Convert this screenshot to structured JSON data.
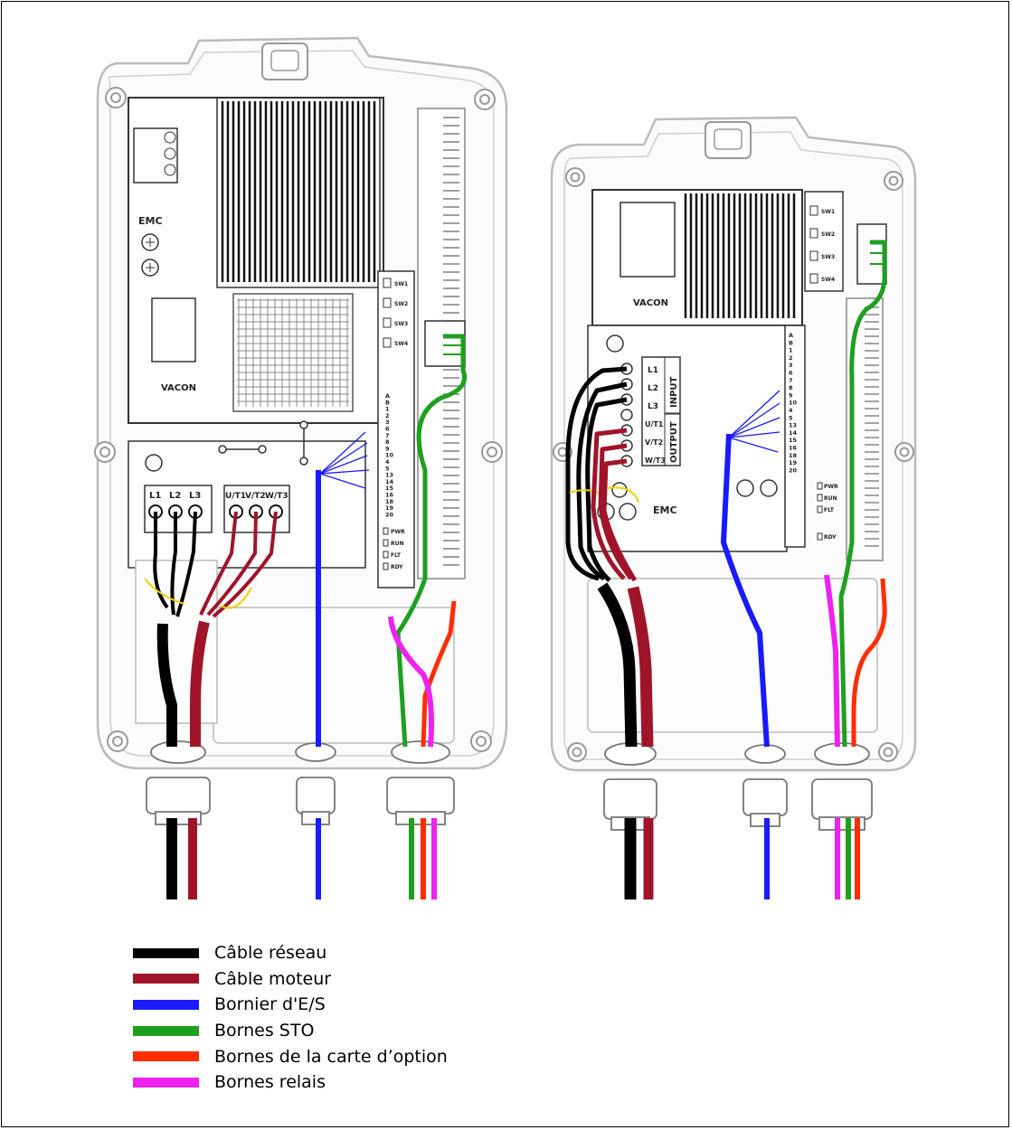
{
  "left_drive": {
    "brand": "VACON",
    "emc": "EMC",
    "mains_terminals": [
      "L1",
      "L2",
      "L3"
    ],
    "motor_terminals": [
      "U/T1",
      "V/T2",
      "W/T3"
    ],
    "switches": [
      "SW1",
      "SW2",
      "SW3",
      "SW4"
    ],
    "io_numbers": [
      "A",
      "B",
      "1",
      "2",
      "3",
      "6",
      "7",
      "8",
      "9",
      "10",
      "4",
      "5",
      "13",
      "14",
      "15",
      "16",
      "18",
      "19",
      "20"
    ],
    "leds": [
      "PWR",
      "RUN",
      "FLT",
      "RDY"
    ]
  },
  "right_drive": {
    "brand": "VACON",
    "emc": "EMC",
    "input_label": "INPUT",
    "output_label": "OUTPUT",
    "mains_terminals": [
      "L1",
      "L2",
      "L3"
    ],
    "motor_terminals": [
      "U/T1",
      "V/T2",
      "W/T3"
    ],
    "switches": [
      "SW1",
      "SW2",
      "SW3",
      "SW4"
    ],
    "io_numbers": [
      "A",
      "B",
      "1",
      "2",
      "3",
      "6",
      "7",
      "8",
      "9",
      "10",
      "4",
      "5",
      "13",
      "14",
      "15",
      "16",
      "18",
      "19",
      "20"
    ],
    "leds": [
      "PWR",
      "RUN",
      "FLT",
      "RDY"
    ]
  },
  "colors": {
    "mains": "#000000",
    "motor": "#a0142a",
    "io": "#1a1aff",
    "sto": "#1ea01e",
    "option": "#ff2d00",
    "relay": "#ee22ee",
    "earth": "#f0d000"
  },
  "legend": [
    {
      "label": "Câble réseau",
      "color": "#000000"
    },
    {
      "label": "Câble moteur",
      "color": "#a0142a"
    },
    {
      "label": "Bornier d'E/S",
      "color": "#1a1aff"
    },
    {
      "label": "Bornes STO",
      "color": "#1ea01e"
    },
    {
      "label": "Bornes de la carte d’option",
      "color": "#ff2d00"
    },
    {
      "label": "Bornes relais",
      "color": "#ee22ee"
    }
  ]
}
